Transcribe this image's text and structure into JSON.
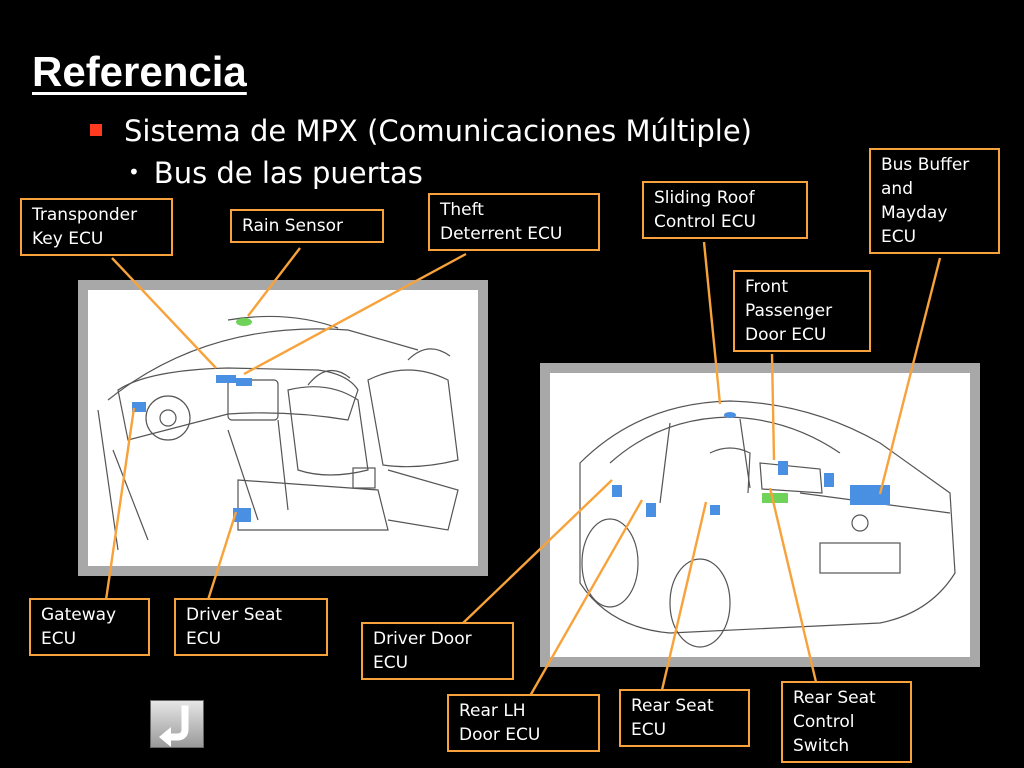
{
  "slide": {
    "title": "Referencia",
    "bullet_main": "Sistema de MPX (Comunicaciones Múltiple)",
    "bullet_sub": "Bus de las puertas"
  },
  "labels": {
    "transponder_key_ecu": [
      "Transponder",
      "Key ECU"
    ],
    "rain_sensor": [
      "Rain Sensor"
    ],
    "theft_deterrent_ecu": [
      "Theft",
      "Deterrent ECU"
    ],
    "sliding_roof_control_ecu": [
      "Sliding Roof",
      "Control ECU"
    ],
    "bus_buffer_mayday_ecu": [
      "Bus Buffer",
      "and",
      "Mayday",
      "ECU"
    ],
    "front_passenger_door_ecu": [
      "Front",
      "Passenger",
      "Door ECU"
    ],
    "gateway_ecu": [
      "Gateway",
      "ECU"
    ],
    "driver_seat_ecu": [
      "Driver Seat",
      "ECU"
    ],
    "driver_door_ecu": [
      "Driver Door",
      "ECU"
    ],
    "rear_lh_door_ecu": [
      "Rear LH",
      "Door ECU"
    ],
    "rear_seat_ecu": [
      "Rear Seat",
      "ECU"
    ],
    "rear_seat_control_switch": [
      "Rear Seat",
      "Control",
      "Switch"
    ]
  },
  "colors": {
    "leader_line": "#f7a23a",
    "ecu_marker": "#4a90e2",
    "sensor_marker": "#6fd35a",
    "bullet_square": "#ff3a1f"
  },
  "icons": {
    "back_button": "return-arrow-icon"
  }
}
